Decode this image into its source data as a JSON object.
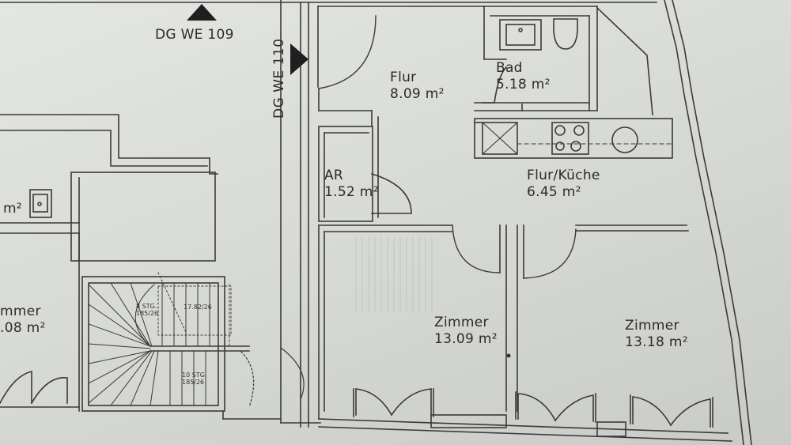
{
  "markers": {
    "we109": "DG WE 109",
    "we110": "DG WE 110"
  },
  "rooms": [
    {
      "id": "flur",
      "name": "Flur",
      "area": "8.09 m²"
    },
    {
      "id": "bad",
      "name": "Bad",
      "area": "5.18 m²"
    },
    {
      "id": "ar",
      "name": "AR",
      "area": "1.52 m²"
    },
    {
      "id": "flur-kueche",
      "name": "Flur/Küche",
      "area": "6.45 m²"
    },
    {
      "id": "zimmer-1",
      "name": "Zimmer",
      "area": "13.09 m²"
    },
    {
      "id": "zimmer-2",
      "name": "Zimmer",
      "area": "13.18 m²"
    },
    {
      "id": "zimmer-left",
      "name": "mmer",
      "area": ".08 m²"
    },
    {
      "id": "left-bath",
      "name": "",
      "area": "m²"
    }
  ],
  "stairs": {
    "upper_label_1": "8 STG.",
    "upper_label_2": "185/26",
    "mid_label": "17.82/26",
    "lower_label_1": "10 STG.",
    "lower_label_2": "185/26"
  },
  "colors": {
    "line": "#3a3a3a",
    "paper": "#dfe1dd"
  }
}
